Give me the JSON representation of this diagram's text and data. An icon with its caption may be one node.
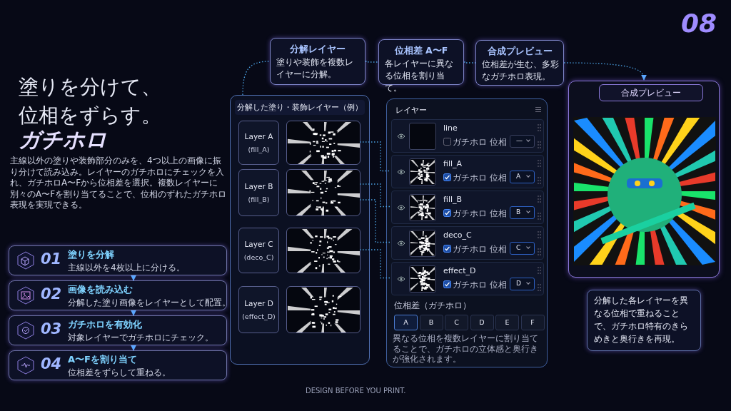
{
  "diagram": {
    "title": "塗りを分けて、位相をずらす。",
    "nodes": [
      {
        "text": [
          "分解レイヤー",
          "塗りや装飾を複数レイヤーに分解。"
        ]
      },
      {
        "text": [
          "位相差 A〜F",
          "各レイヤーに異なる位相を割り当て。"
        ]
      },
      {
        "text": [
          "合成プレビュー",
          "位相差が生む、多彩なガチホロ表現。"
        ]
      },
      {
        "text": [
          "分解した塗り・装飾レイヤー（例）"
        ]
      },
      {
        "text": [
          "Layer A",
          "(fill_A)"
        ],
        "in": 3
      },
      {
        "text": [
          "Layer B",
          "(fill_B)"
        ],
        "in": 3
      },
      {
        "text": [
          "Layer C",
          "(deco_C)"
        ],
        "in": 3
      },
      {
        "text": [
          "Layer D",
          "(effect_D)"
        ],
        "in": 3
      },
      {
        "text": [],
        "shape": "picture",
        "in": 3
      },
      {
        "text": [],
        "shape": "picture",
        "in": 3
      },
      {
        "text": [],
        "shape": "picture",
        "in": 3
      },
      {
        "text": [],
        "shape": "picture",
        "in": 3
      },
      {
        "text": [
          "レイヤー",
          "位相差（ガチホロ）",
          "異なる位相を複数レイヤーに割り当てることで、ガチホロの立体感と奥行きが強化されます。"
        ]
      },
      {
        "text": [
          "line",
          "ガチホロ",
          "位相",
          "—"
        ],
        "in": 12
      },
      {
        "text": [
          "fill_A",
          "ガチホロ",
          "位相",
          "A"
        ],
        "in": 12
      },
      {
        "text": [
          "fill_B",
          "ガチホロ",
          "位相",
          "B"
        ],
        "in": 12
      },
      {
        "text": [
          "deco_C",
          "ガチホロ",
          "位相",
          "C"
        ],
        "in": 12
      },
      {
        "text": [
          "effect_D",
          "ガチホロ",
          "位相",
          "D"
        ],
        "in": 12
      },
      {
        "text": [
          "A"
        ],
        "in": 12
      },
      {
        "text": [
          "B"
        ],
        "in": 12
      },
      {
        "text": [
          "C"
        ],
        "in": 12
      },
      {
        "text": [
          "D"
        ],
        "in": 12
      },
      {
        "text": [
          "E"
        ],
        "in": 12
      },
      {
        "text": [
          "F"
        ],
        "in": 12
      },
      {
        "text": [
          "合成プレビュー"
        ]
      },
      {
        "text": [],
        "shape": "picture",
        "in": 24
      },
      {
        "text": [
          "分解した各レイヤーを異なる位相で重ねることで、ガチホロ特有のきらめきと奥行きを再現。"
        ]
      },
      {
        "text": [
          "01",
          "塗りを分解",
          "主線以外を4枚以上に分ける。"
        ]
      },
      {
        "text": [
          "02",
          "画像を読み込む",
          "分解した塗り画像をレイヤーとして配置。"
        ]
      },
      {
        "text": [
          "03",
          "ガチホロを有効化",
          "対象レイヤーでガチホロにチェック。"
        ]
      },
      {
        "text": [
          "04",
          "A〜Fを割り当て",
          "位相差をずらして重ねる。"
        ]
      }
    ],
    "edges": [
      {
        "from": 3,
        "to": 0,
        "arrow": "none",
        "style": "dashed"
      },
      {
        "from": 0,
        "to": 1,
        "arrow": "none",
        "style": "dashed"
      },
      {
        "from": 1,
        "to": 2,
        "arrow": "none",
        "style": "dashed"
      },
      {
        "from": 2,
        "to": 24,
        "arrow": "to",
        "style": "dashed"
      },
      {
        "from": 8,
        "to": 14,
        "arrow": "none",
        "style": "dashed"
      },
      {
        "from": 9,
        "to": 15,
        "arrow": "none",
        "style": "dashed"
      },
      {
        "from": 9,
        "to": 16,
        "arrow": "none",
        "style": "dashed"
      },
      {
        "from": 10,
        "to": 17,
        "arrow": "none",
        "style": "dashed"
      },
      {
        "from": 27,
        "to": 28,
        "arrow": "to"
      },
      {
        "from": 28,
        "to": 29,
        "arrow": "to"
      },
      {
        "from": 29,
        "to": 30,
        "arrow": "to"
      }
    ],
    "labels": [
      "08",
      "ガチホロ",
      "主線以外の塗りや装飾部分のみを、4つ以上の画像に振り分けて読み込み。レイヤーのガチホロにチェックを入れ、ガチホロA〜Fから位相差を選択。複数レイヤーに別々のA〜Fを割り当てることで、位相のずれたガチホロ表現を実現できる。",
      "DESIGN BEFORE YOU PRINT."
    ]
  }
}
